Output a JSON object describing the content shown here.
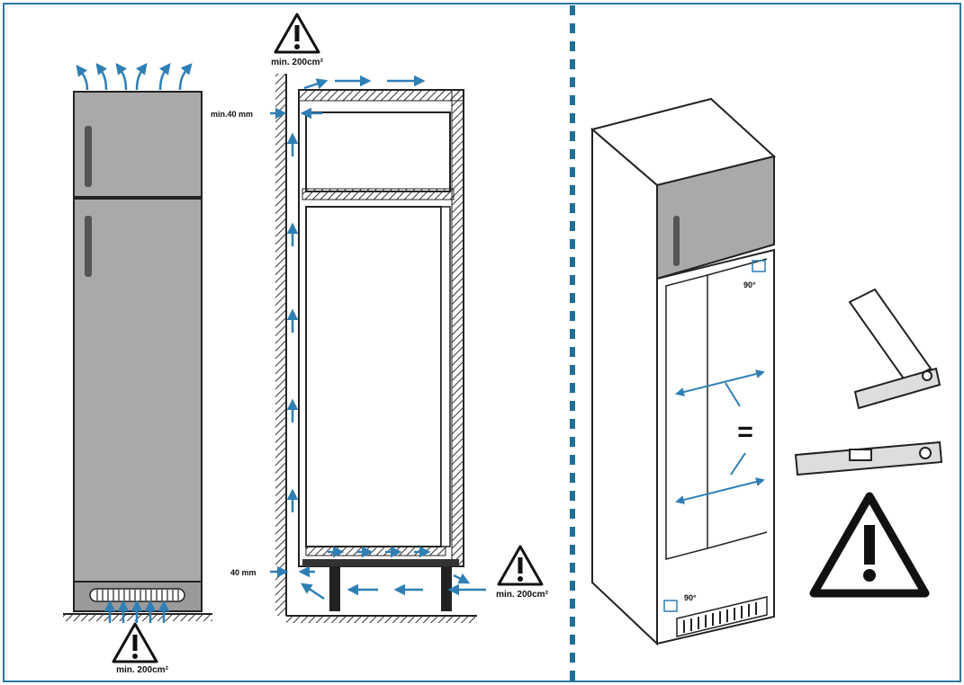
{
  "labels": {
    "min_area_top": "min. 200cm²",
    "min_gap_top": "min.40 mm",
    "min_gap_bottom": "40 mm",
    "min_area_bottom_right": "min. 200cm²",
    "min_area_bottom_left": "min. 200cm²",
    "angle_top": "90°",
    "angle_bottom": "90°",
    "equal_sign": "="
  },
  "icons": {
    "warning": "warning-triangle-icon",
    "air_flow": "arrow-icon",
    "square_tool": "try-square-icon",
    "level_tool": "spirit-level-icon"
  },
  "colors": {
    "frame": "#2a7aa0",
    "arrow": "#2f7fb5",
    "appliance": "#a9a9a9",
    "line": "#111111",
    "hatch": "#555555"
  }
}
